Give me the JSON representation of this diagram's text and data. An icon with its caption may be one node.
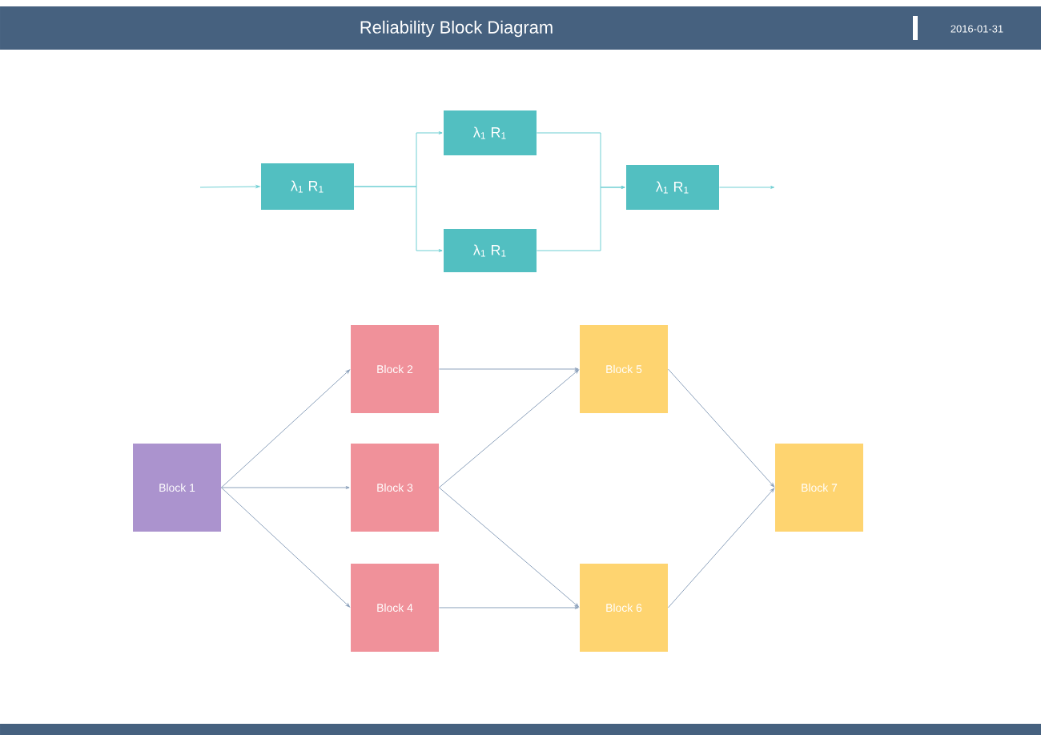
{
  "diagram": {
    "title": "Reliability Block Diagram",
    "nodes": [
      {
        "text": [
          "λ$_{1}$ R$_{1}$"
        ]
      },
      {
        "text": [
          "λ$_{1}$ R$_{1}$"
        ]
      },
      {
        "text": [
          "λ$_{1}$ R$_{1}$"
        ]
      },
      {
        "text": [
          "λ$_{1}$ R$_{1}$"
        ]
      },
      {
        "text": [
          "Block 1"
        ]
      },
      {
        "text": [
          "Block 2"
        ]
      },
      {
        "text": [
          "Block 3"
        ]
      },
      {
        "text": [
          "Block 4"
        ]
      },
      {
        "text": [
          "Block 5"
        ]
      },
      {
        "text": [
          "Block 6"
        ]
      },
      {
        "text": [
          "Block 7"
        ]
      }
    ],
    "edges": [
      {
        "from": null,
        "to": 0,
        "arrow": "to"
      },
      {
        "from": 0,
        "to": 1,
        "arrow": "to"
      },
      {
        "from": 0,
        "to": 2,
        "arrow": "to"
      },
      {
        "from": 1,
        "to": 3,
        "arrow": "to"
      },
      {
        "from": 2,
        "to": 3,
        "arrow": "to"
      },
      {
        "from": 3,
        "to": null,
        "arrow": "to"
      },
      {
        "from": 4,
        "to": 5,
        "arrow": "to"
      },
      {
        "from": 4,
        "to": 6,
        "arrow": "to"
      },
      {
        "from": 4,
        "to": 7,
        "arrow": "to"
      },
      {
        "from": 5,
        "to": 8,
        "arrow": "to"
      },
      {
        "from": 6,
        "to": 8,
        "arrow": "to"
      },
      {
        "from": 6,
        "to": 9,
        "arrow": "to"
      },
      {
        "from": 7,
        "to": 9,
        "arrow": "to"
      },
      {
        "from": 8,
        "to": 10,
        "arrow": "to"
      },
      {
        "from": 9,
        "to": 10,
        "arrow": "to"
      }
    ],
    "labels": [
      "2016-01-31"
    ]
  }
}
